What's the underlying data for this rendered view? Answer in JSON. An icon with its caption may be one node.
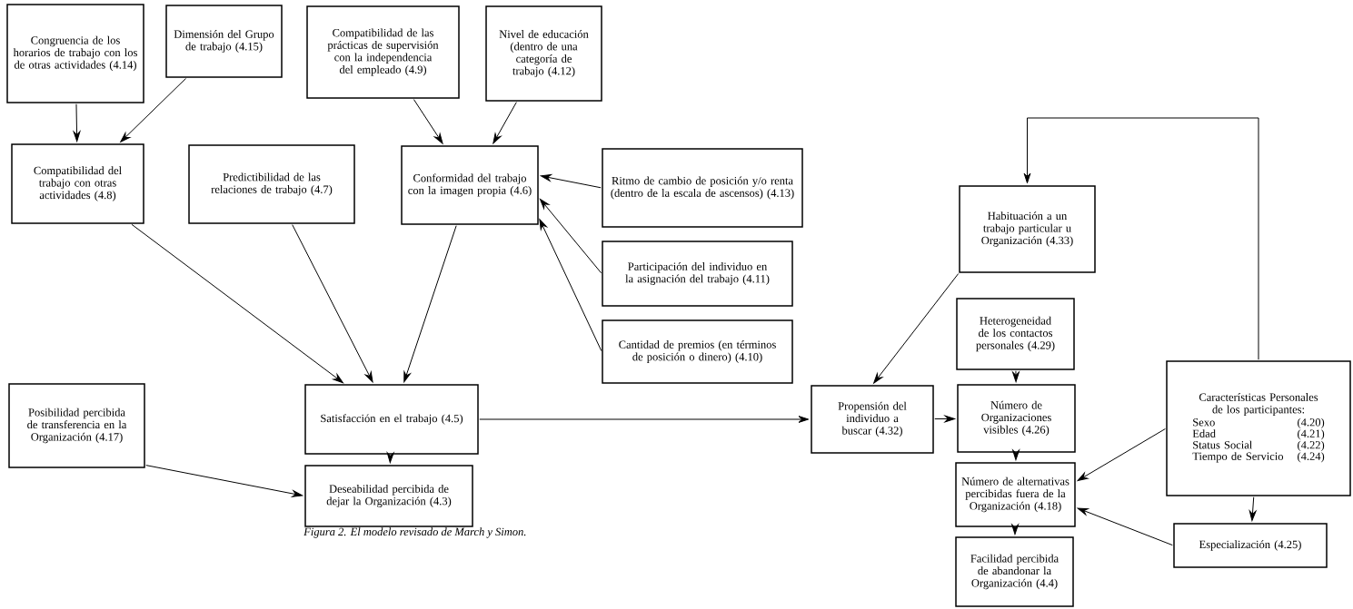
{
  "diagram": {
    "caption": "Figura 2.   El modelo revisado de March y Simon.",
    "nodes": [
      {
        "text": [
          "Congruencia de los horarios de trabajo con los de otras actividades (4.14)"
        ]
      },
      {
        "text": [
          "Dimensión del Grupo de trabajo (4.15)"
        ]
      },
      {
        "text": [
          "Compatibilidad de las prácticas de supervisión con la independencia del empleado (4.9)"
        ]
      },
      {
        "text": [
          "Nivel de educación (dentro de una categoría de trabajo (4.12)"
        ]
      },
      {
        "text": [
          "Compatibilidad del trabajo con otras actividades (4.8)"
        ]
      },
      {
        "text": [
          "Predictibilidad de las relaciones de trabajo (4.7)"
        ]
      },
      {
        "text": [
          "Conformidad del trabajo con la imagen propia (4.6)"
        ]
      },
      {
        "text": [
          "Ritmo de cambio de posición y/o renta (dentro de la escala de ascensos) (4.13)"
        ]
      },
      {
        "text": [
          "Habituación a un trabajo particular u Organización (4.33)"
        ]
      },
      {
        "text": [
          "Participación del individuo en la asignación del trabajo (4.11)"
        ]
      },
      {
        "text": [
          "Cantidad de premios (en términos de posición o dinero) (4.10)"
        ]
      },
      {
        "text": [
          "Heterogeneidad de los contactos personales (4.29)"
        ]
      },
      {
        "text": [
          "Satisfacción en el trabajo (4.5)"
        ]
      },
      {
        "text": [
          "Posibilidad percibida de transferencia en la Organización (4.17)"
        ]
      },
      {
        "text": [
          "Propensión del individuo a buscar (4.32)"
        ]
      },
      {
        "text": [
          "Número de Organizaciones visibles (4.26)"
        ]
      },
      {
        "text": [
          "Características Personales de los participantes:",
          "Sexo",
          "(4.20)",
          "Edad",
          "(4.21)",
          "Status Social",
          "(4.22)",
          "Tiempo de Servicio",
          "(4.24)"
        ]
      },
      {
        "text": [
          "Deseabilidad percibida de dejar la Organización (4.3)"
        ]
      },
      {
        "text": [
          "Número de alternativas percibidas fuera de la Organización (4.18)"
        ]
      },
      {
        "text": [
          "Especialización (4.25)"
        ]
      },
      {
        "text": [
          "Facilidad percibida de abandonar la Organización (4.4)"
        ]
      }
    ],
    "edges": [
      {
        "from": 0,
        "to": 4,
        "arrow": "to"
      },
      {
        "from": 1,
        "to": 4,
        "arrow": "to"
      },
      {
        "from": 2,
        "to": 6,
        "arrow": "to"
      },
      {
        "from": 3,
        "to": 6,
        "arrow": "to"
      },
      {
        "from": 7,
        "to": 6,
        "arrow": "to"
      },
      {
        "from": 9,
        "to": 6,
        "arrow": "to"
      },
      {
        "from": 10,
        "to": 6,
        "arrow": "to"
      },
      {
        "from": 4,
        "to": 12,
        "arrow": "to"
      },
      {
        "from": 5,
        "to": 12,
        "arrow": "to"
      },
      {
        "from": 6,
        "to": 12,
        "arrow": "to"
      },
      {
        "from": 12,
        "to": 17,
        "arrow": "to"
      },
      {
        "from": 13,
        "to": 17,
        "arrow": "to"
      },
      {
        "from": 12,
        "to": 14,
        "arrow": "to"
      },
      {
        "from": 8,
        "to": 14,
        "arrow": "to"
      },
      {
        "from": 14,
        "to": 15,
        "arrow": "to"
      },
      {
        "from": 11,
        "to": 15,
        "arrow": "to"
      },
      {
        "from": 15,
        "to": 18,
        "arrow": "to"
      },
      {
        "from": 16,
        "to": 18,
        "arrow": "to"
      },
      {
        "from": 19,
        "to": 18,
        "arrow": "to"
      },
      {
        "from": 18,
        "to": 20,
        "arrow": "to"
      },
      {
        "from": 16,
        "to": 19,
        "arrow": "to"
      },
      {
        "from": 16,
        "to": 8,
        "arrow": "to"
      }
    ]
  }
}
